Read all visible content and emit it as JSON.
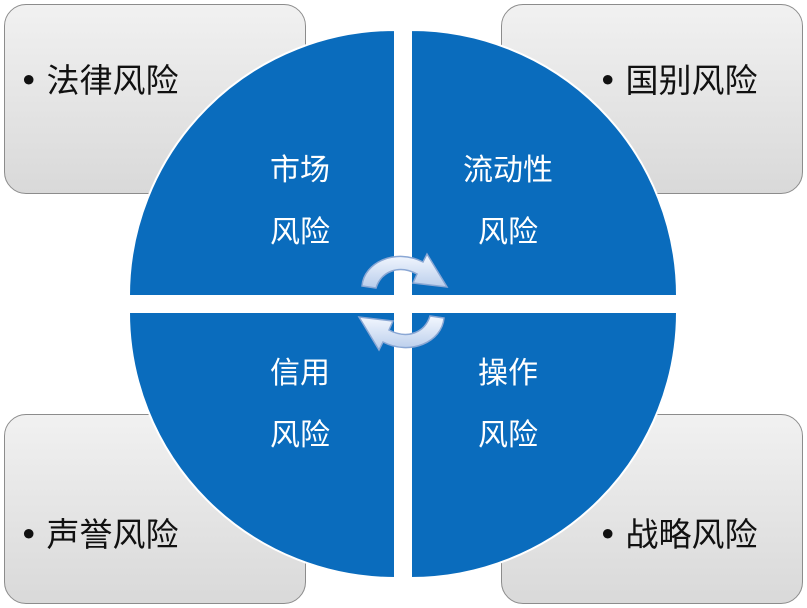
{
  "corners": {
    "top_left": {
      "bullet": "•",
      "label": "法律风险"
    },
    "top_right": {
      "bullet": "•",
      "label": "国别风险"
    },
    "bottom_left": {
      "bullet": "•",
      "label": "声誉风险"
    },
    "bottom_right": {
      "bullet": "•",
      "label": "战略风险"
    }
  },
  "quadrants": {
    "top_left": {
      "line1": "市场",
      "line2": "风险"
    },
    "top_right": {
      "line1": "流动性",
      "line2": "风险"
    },
    "bottom_left": {
      "line1": "信用",
      "line2": "风险"
    },
    "bottom_right": {
      "line1": "操作",
      "line2": "风险"
    }
  },
  "colors": {
    "quadrant_fill": "#0a6cbd",
    "corner_fill": "#e3e3e3",
    "arrow_fill": "#dbe6f6"
  }
}
